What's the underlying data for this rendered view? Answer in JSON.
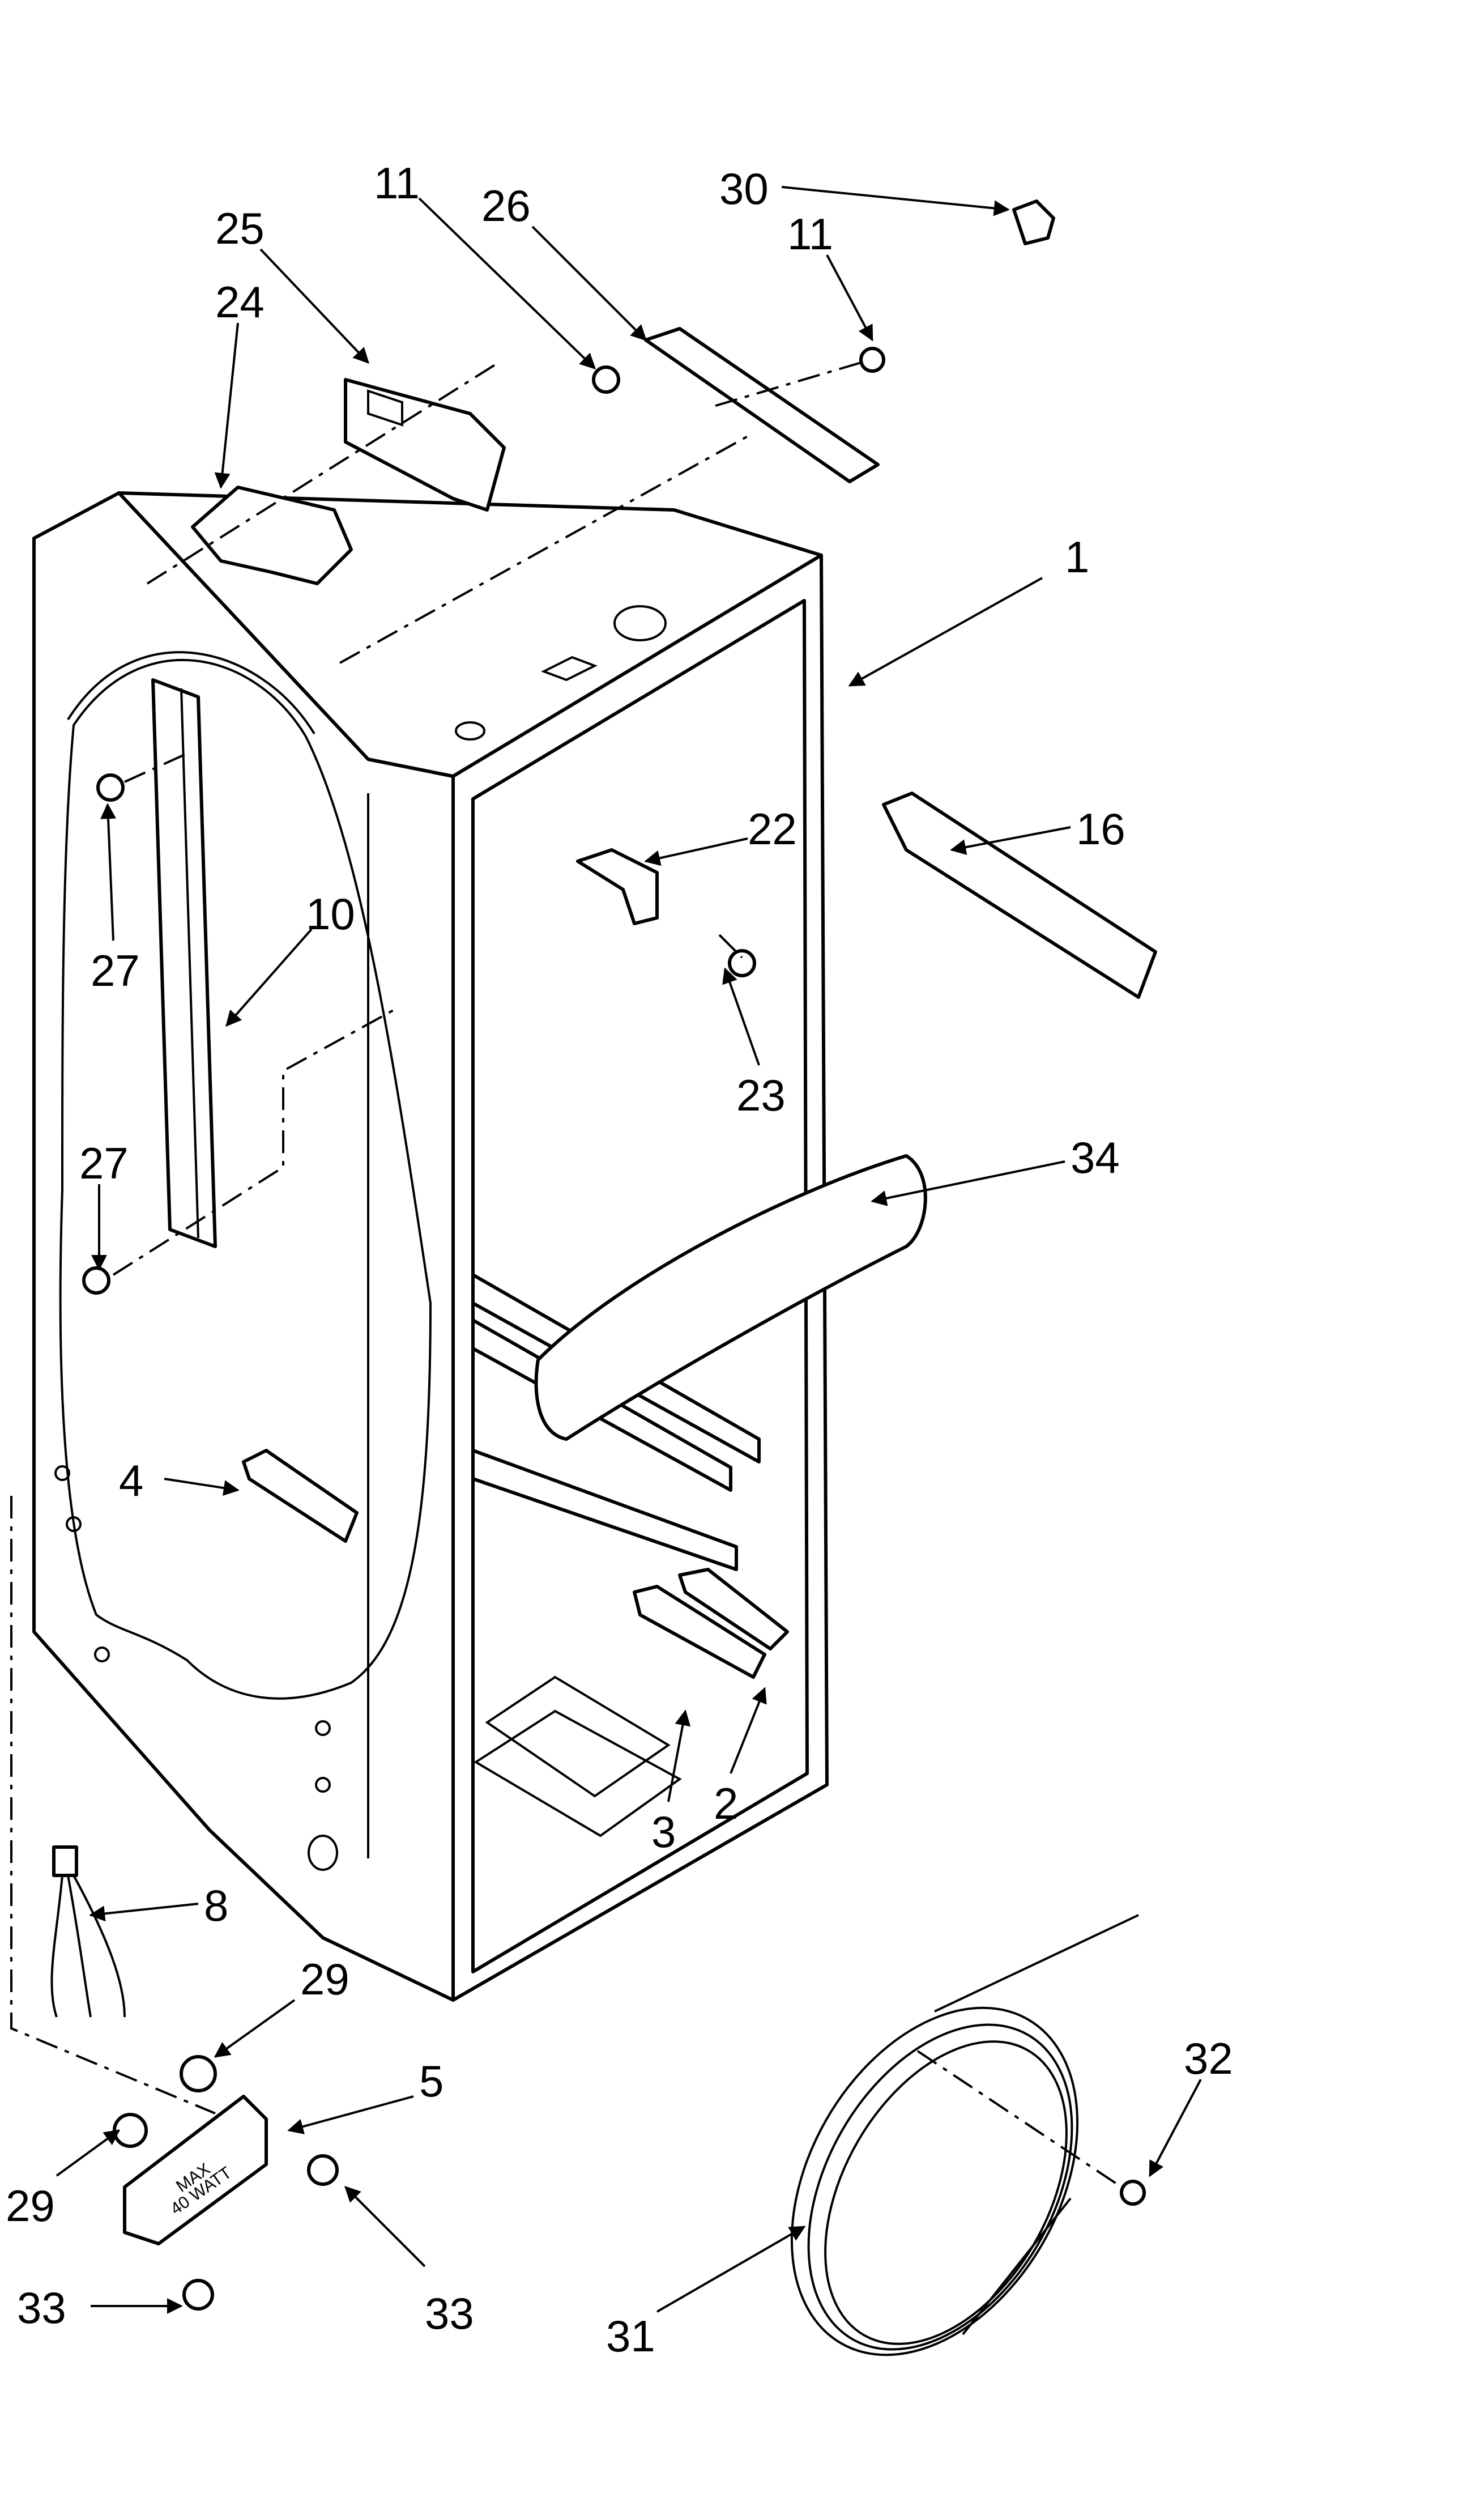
{
  "diagram": {
    "callouts": [
      {
        "id": "c1",
        "label": "1"
      },
      {
        "id": "c2",
        "label": "2"
      },
      {
        "id": "c3",
        "label": "3"
      },
      {
        "id": "c4",
        "label": "4"
      },
      {
        "id": "c5",
        "label": "5"
      },
      {
        "id": "c8",
        "label": "8"
      },
      {
        "id": "c10",
        "label": "10"
      },
      {
        "id": "c11a",
        "label": "11"
      },
      {
        "id": "c11b",
        "label": "11"
      },
      {
        "id": "c16",
        "label": "16"
      },
      {
        "id": "c22",
        "label": "22"
      },
      {
        "id": "c23",
        "label": "23"
      },
      {
        "id": "c24",
        "label": "24"
      },
      {
        "id": "c25",
        "label": "25"
      },
      {
        "id": "c26",
        "label": "26"
      },
      {
        "id": "c27a",
        "label": "27"
      },
      {
        "id": "c27b",
        "label": "27"
      },
      {
        "id": "c29a",
        "label": "29"
      },
      {
        "id": "c29b",
        "label": "29"
      },
      {
        "id": "c30",
        "label": "30"
      },
      {
        "id": "c31",
        "label": "31"
      },
      {
        "id": "c32",
        "label": "32"
      },
      {
        "id": "c33a",
        "label": "33"
      },
      {
        "id": "c33b",
        "label": "33"
      },
      {
        "id": "c34",
        "label": "34"
      }
    ],
    "socket_marking": {
      "line1": "MAX",
      "line2": "40 WATT"
    }
  }
}
